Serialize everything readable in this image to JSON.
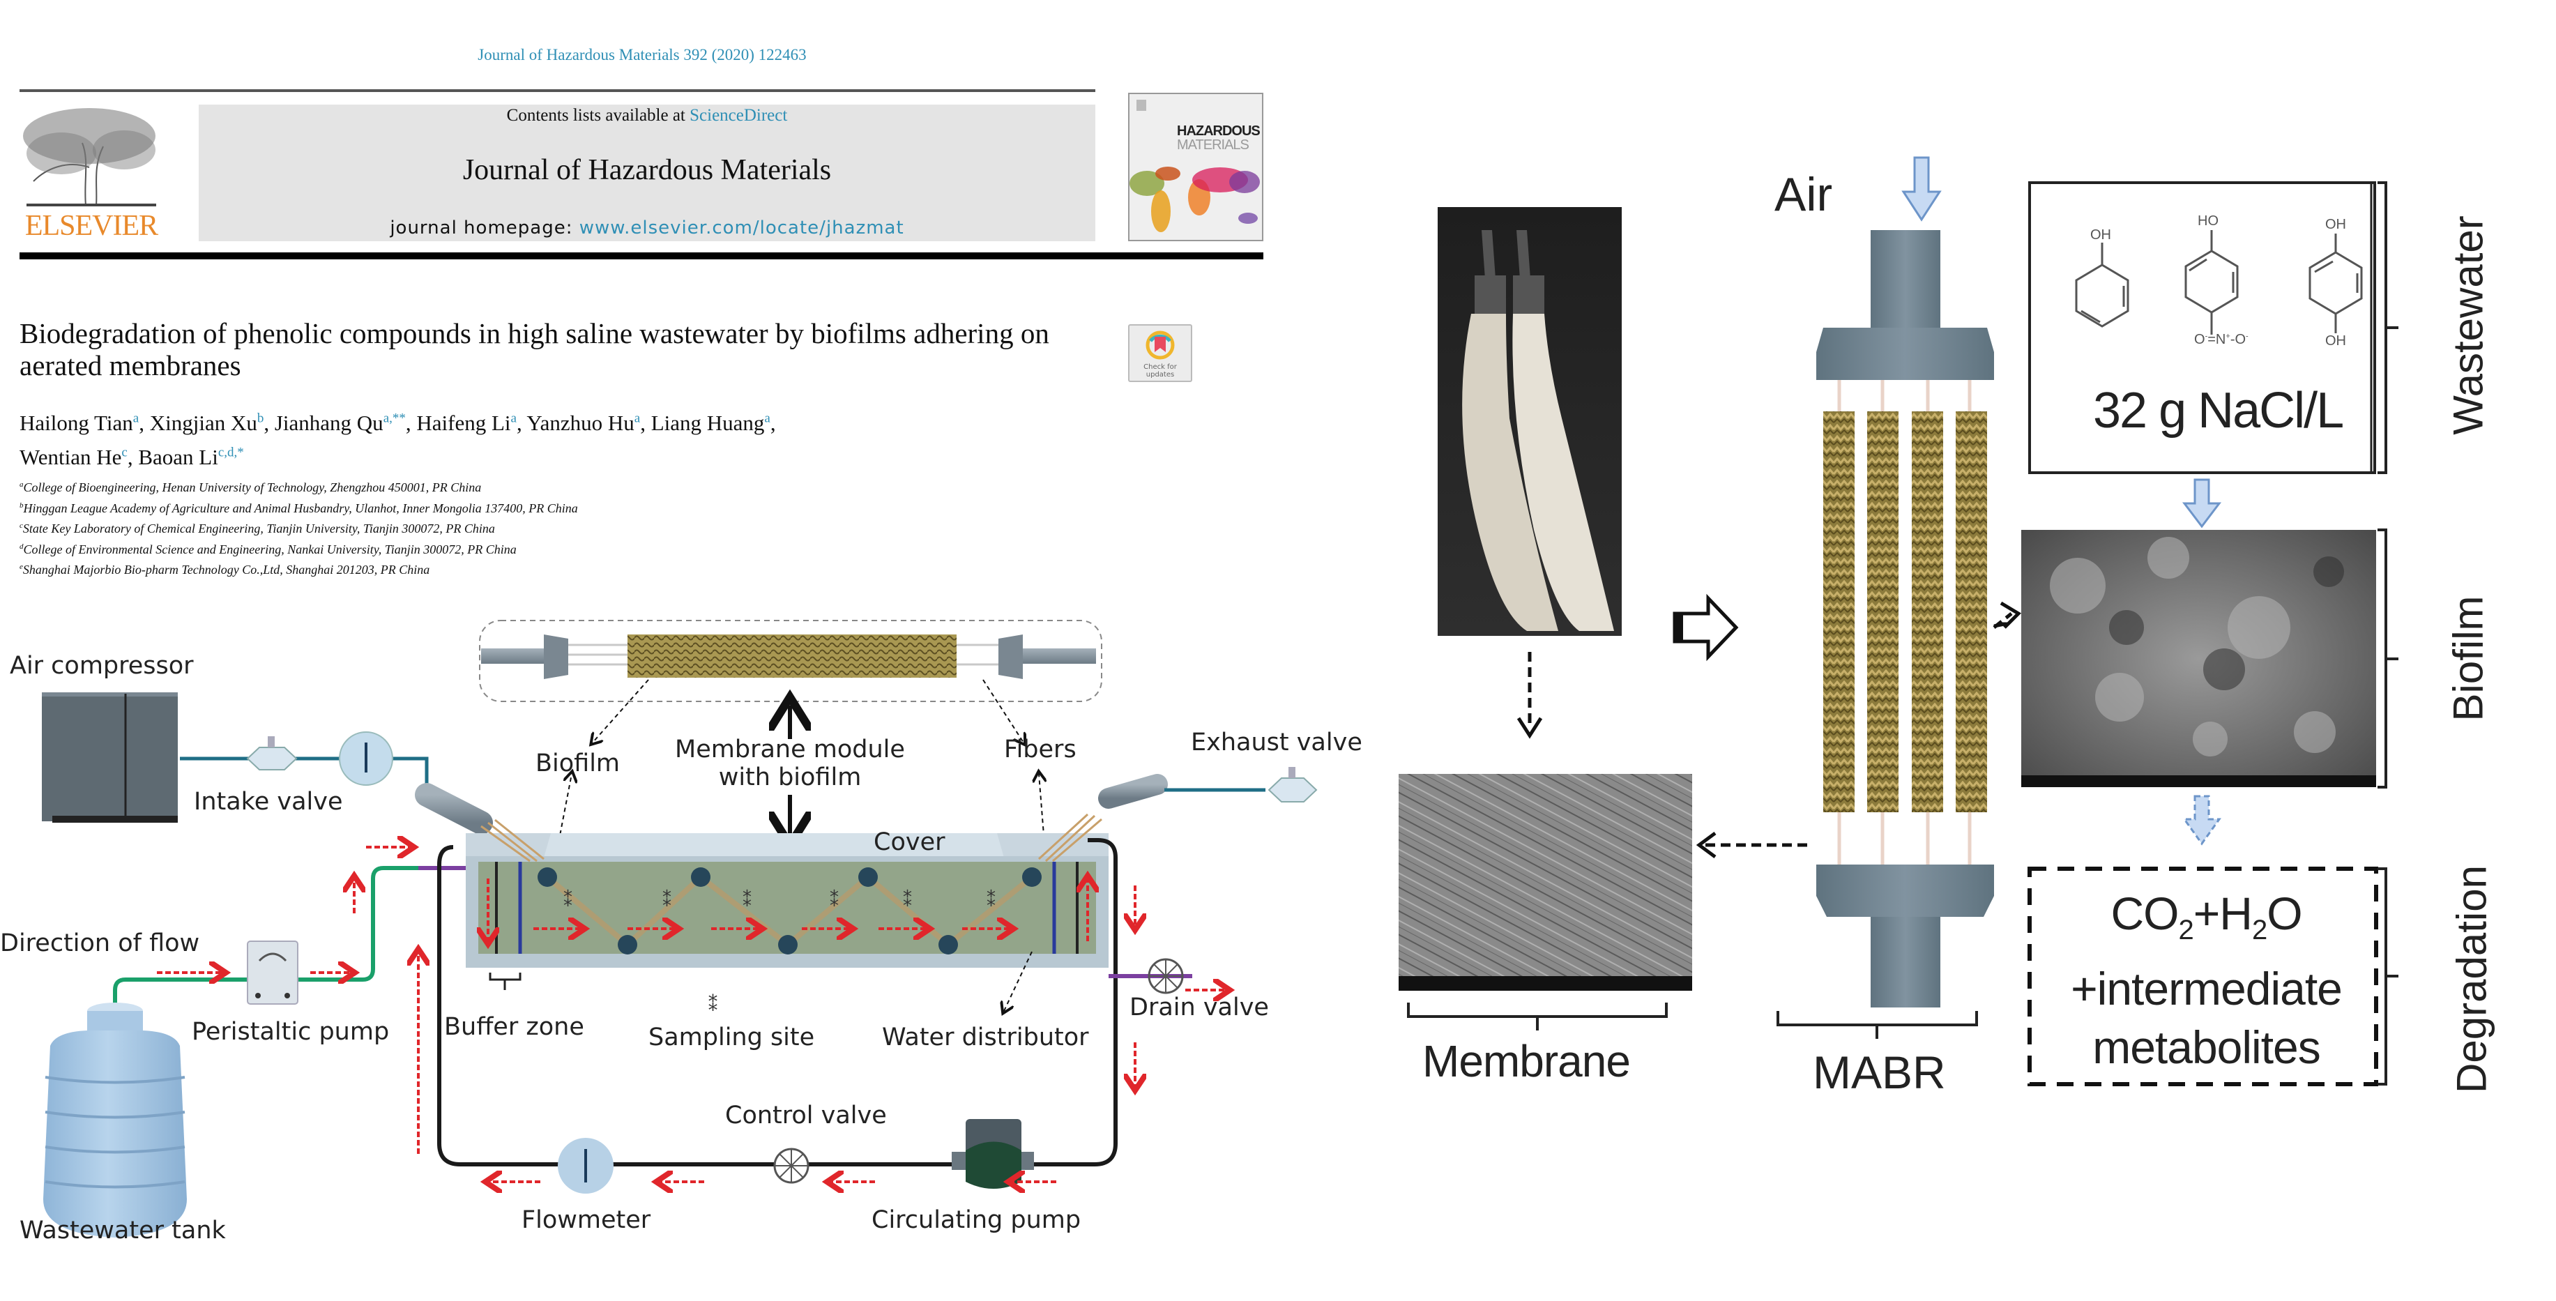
{
  "header": {
    "citation": "Journal of Hazardous Materials 392 (2020) 122463",
    "contents_prefix": "Contents lists available at ",
    "contents_link": "ScienceDirect",
    "journal_name": "Journal of Hazardous Materials",
    "homepage_prefix": "journal homepage: ",
    "homepage_link": "www.elsevier.com/locate/jhazmat",
    "publisher_logo_text": "ELSEVIER",
    "cover_title_line1": "HAZARDOUS",
    "cover_title_line2": "MATERIALS",
    "crossmark_label_1": "Check for",
    "crossmark_label_2": "updates"
  },
  "article": {
    "title": "Biodegradation of phenolic compounds in high saline wastewater by biofilms adhering on aerated membranes",
    "authors": [
      {
        "name": "Hailong Tian",
        "sup": "a",
        "sep": ", "
      },
      {
        "name": "Xingjian Xu",
        "sup": "b",
        "sep": ", "
      },
      {
        "name": "Jianhang Qu",
        "sup": "a,**",
        "sep": ", "
      },
      {
        "name": "Haifeng Li",
        "sup": "a",
        "sep": ", "
      },
      {
        "name": "Yanzhuo Hu",
        "sup": "a",
        "sep": ", "
      },
      {
        "name": "Liang Huang",
        "sup": "a",
        "sep": ","
      },
      {
        "name": "Wentian He",
        "sup": "c",
        "sep": ", "
      },
      {
        "name": "Baoan Li",
        "sup": "c,d,*",
        "sep": ""
      }
    ],
    "affiliations": [
      {
        "key": "a",
        "text": "College of Bioengineering, Henan University of Technology, Zhengzhou 450001, PR China"
      },
      {
        "key": "b",
        "text": "Hinggan League Academy of Agriculture and Animal Husbandry, Ulanhot, Inner Mongolia 137400, PR China"
      },
      {
        "key": "c",
        "text": "State Key Laboratory of Chemical Engineering, Tianjin University, Tianjin 300072, PR China"
      },
      {
        "key": "d",
        "text": "College of Environmental Science and Engineering, Nankai University, Tianjin 300072, PR China"
      },
      {
        "key": "e",
        "text": "Shanghai Majorbio Bio-pharm Technology Co.,Ltd, Shanghai 201203, PR China"
      }
    ]
  },
  "setup_diagram": {
    "labels": {
      "air_compressor": "Air compressor",
      "intake_valve": "Intake valve",
      "biofilm": "Biofilm",
      "membrane_module_1": "Membrane module",
      "membrane_module_2": "with biofilm",
      "fibers": "Fibers",
      "exhaust_valve": "Exhaust valve",
      "cover": "Cover",
      "direction_of_flow": "Direction of flow",
      "peristaltic_pump": "Peristaltic pump",
      "buffer_zone": "Buffer zone",
      "sampling_site": "Sampling site",
      "water_distributor": "Water distributor",
      "drain_valve": "Drain valve",
      "control_valve": "Control valve",
      "wastewater_tank": "Wastewater tank",
      "flowmeter": "Flowmeter",
      "circulating_pump": "Circulating pump"
    },
    "colors": {
      "flow_arrow": "#e0262b",
      "air_line": "#1f6e86",
      "feed_line": "#1aa06a",
      "recirc_line": "#1a1a1a",
      "reactor_fill": "#93a58a",
      "distributor": "#2a3a9c",
      "drain_line": "#7b3fa0"
    }
  },
  "graphical_abstract": {
    "air_label": "Air",
    "wastewater_box": {
      "compounds": [
        {
          "name": "phenol",
          "substituents": [
            "OH"
          ]
        },
        {
          "name": "4-nitrophenol",
          "substituents": [
            "HO",
            "O=N+-O-"
          ]
        },
        {
          "name": "hydroquinone",
          "substituents": [
            "OH",
            "OH"
          ]
        }
      ],
      "nitro_label_left": "O",
      "nitro_label_n": "N",
      "nitro_label_right": "O",
      "salinity": "32 g NaCl/L"
    },
    "degradation_box": {
      "line1_parts": [
        "CO",
        "2",
        "+H",
        "2",
        "O"
      ],
      "line2": "+intermediate",
      "line3": "metabolites"
    },
    "side_labels": [
      "Wastewater",
      "Biofilm",
      "Degradation"
    ],
    "bottom_labels": {
      "membrane": "Membrane",
      "mabr": "MABR"
    },
    "colors": {
      "arrow_fill": "#c7daf3",
      "arrow_stroke": "#6d95c9",
      "module_grey": "#6b7f8c",
      "biofilm": "#8c7b3c"
    }
  }
}
